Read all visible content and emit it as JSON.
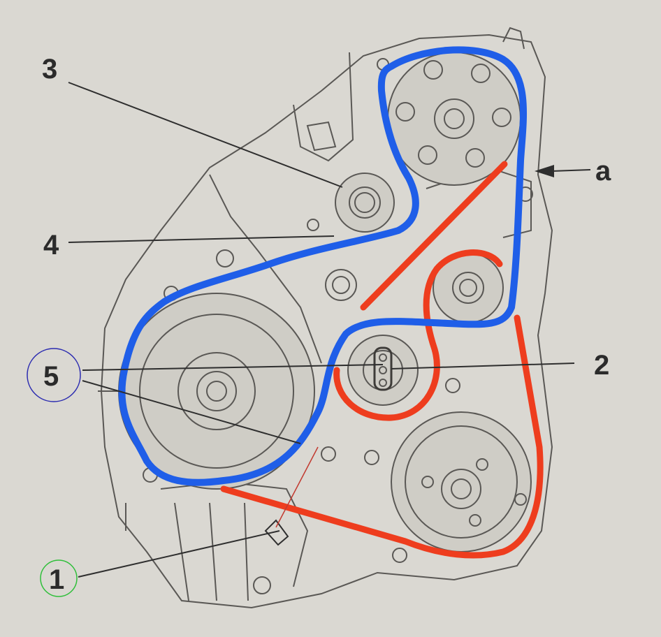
{
  "labels": {
    "l1": "1",
    "l2": "2",
    "l3": "3",
    "l4": "4",
    "l5": "5",
    "la": "a"
  },
  "colors": {
    "belt_main": "#1f5ee8",
    "belt_secondary": "#ee3d1e",
    "circle_5": "#2b2bb0",
    "circle_1": "#2fbf3a"
  }
}
